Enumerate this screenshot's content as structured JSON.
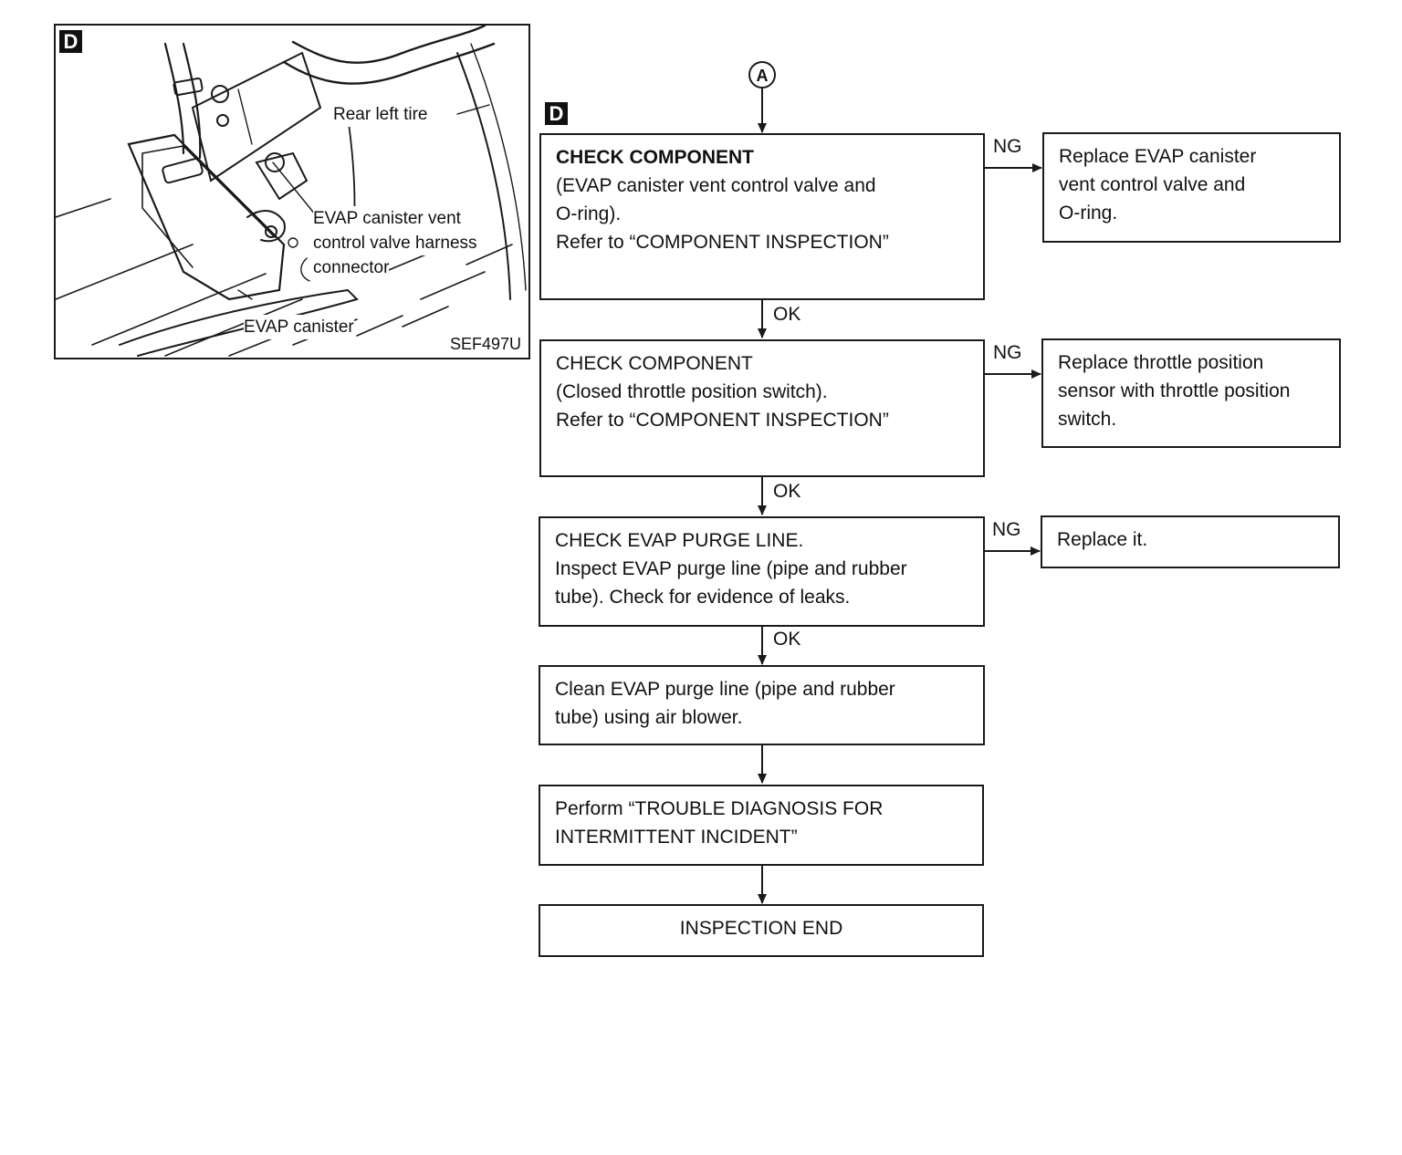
{
  "illustration": {
    "tag": "D",
    "label_tire": "Rear left tire",
    "label_valve_lines": [
      "EVAP canister vent",
      "control valve harness",
      "connector"
    ],
    "label_canister": "EVAP canister",
    "code": "SEF497U"
  },
  "flow": {
    "start_connector": "A",
    "tag": "D",
    "steps": [
      {
        "lines": [
          "CHECK COMPONENT",
          "(EVAP canister vent control valve and",
          "O-ring).",
          "Refer to “COMPONENT INSPECTION”"
        ],
        "ng_label": "NG",
        "ng_lines": [
          "Replace EVAP canister",
          "vent control valve and",
          "O-ring."
        ],
        "ok_label": "OK"
      },
      {
        "lines": [
          "CHECK COMPONENT",
          "(Closed throttle position switch).",
          "Refer to “COMPONENT INSPECTION”"
        ],
        "ng_label": "NG",
        "ng_lines": [
          "Replace throttle position",
          "sensor with throttle position",
          "switch."
        ],
        "ok_label": "OK"
      },
      {
        "lines": [
          "CHECK EVAP PURGE LINE.",
          "Inspect EVAP purge line (pipe and rubber",
          "tube). Check for evidence of leaks."
        ],
        "ng_label": "NG",
        "ng_lines": [
          "Replace it."
        ],
        "ok_label": "OK"
      },
      {
        "lines": [
          "Clean EVAP purge line (pipe and rubber",
          "tube) using air blower."
        ]
      },
      {
        "lines": [
          "Perform “TROUBLE DIAGNOSIS FOR",
          "INTERMITTENT INCIDENT”"
        ]
      },
      {
        "lines": [
          "INSPECTION END"
        ]
      }
    ]
  }
}
